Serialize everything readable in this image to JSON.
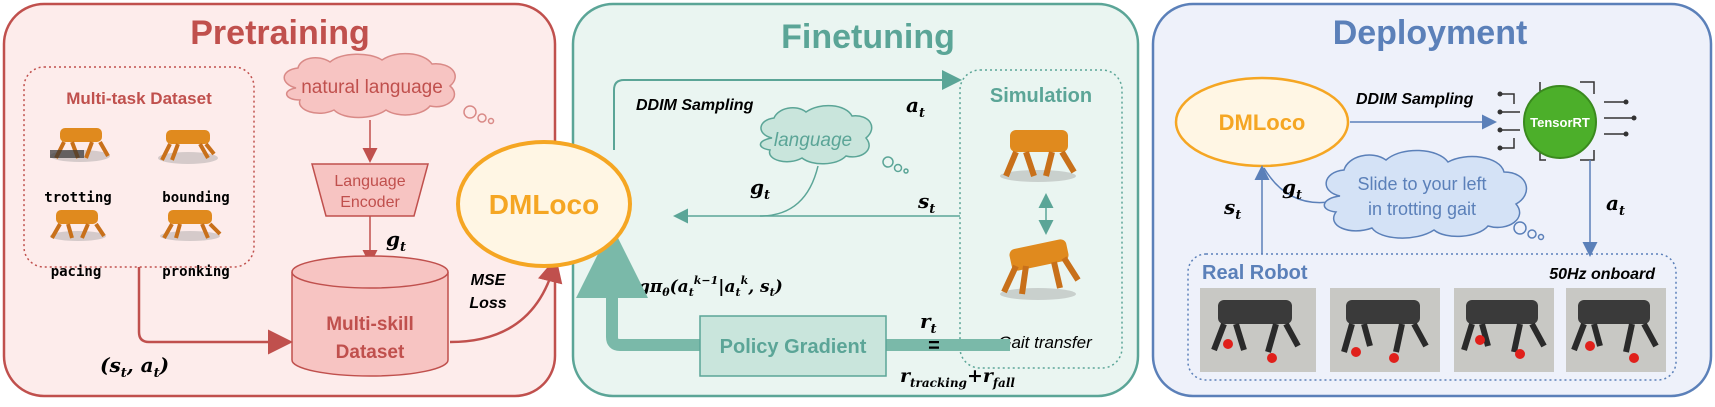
{
  "panels": {
    "pretraining": {
      "title": "Pretraining",
      "dataset_title": "Multi-task Dataset",
      "gaits": [
        "trotting",
        "bounding",
        "pacing",
        "pronking"
      ],
      "cloud_text": "natural language",
      "encoder_line1": "Language",
      "encoder_line2": "Encoder",
      "g_label": "g",
      "g_sub": "t",
      "db_line1": "Multi-skill",
      "db_line2": "Dataset",
      "pair_label": "(s",
      "pair_mid": ", a",
      "pair_end": ")",
      "pair_sub": "t",
      "mse_line1": "MSE",
      "mse_line2": "Loss"
    },
    "center": {
      "model": "DMLoco"
    },
    "finetuning": {
      "title": "Finetuning",
      "ddim": "DDIM Sampling",
      "a_label": "a",
      "a_sub": "t",
      "cloud_text": "language",
      "g_label": "g",
      "g_sub": "t",
      "s_label": "s",
      "s_sub": "t",
      "simulation": "Simulation",
      "gait_transfer": "Gait transfer",
      "gradient_expr": "∇",
      "gradient_full": "logπ",
      "gradient_args": "(a",
      "gradient_sup": "k−1",
      "gradient_rest": "|a",
      "gradient_sup2": "k",
      "gradient_tail": ", s",
      "gradient_end": ")",
      "theta": "θ",
      "policy_gradient": "Policy Gradient",
      "r_label": "r",
      "r_sub": "t",
      "equals": "=",
      "r_tracking": "r",
      "r_tracking_sub": "tracking",
      "plus": "+",
      "r_fall": "r",
      "r_fall_sub": "fall"
    },
    "deployment": {
      "title": "Deployment",
      "model": "DMLoco",
      "ddim": "DDIM Sampling",
      "tensorrt": "TensorRT",
      "g_label": "g",
      "g_sub": "t",
      "s_label": "s",
      "s_sub": "t",
      "a_label": "a",
      "a_sub": "t",
      "cloud_line1": "Slide to your left",
      "cloud_line2": "in trotting gait",
      "real_robot": "Real Robot",
      "onboard": "50Hz onboard"
    }
  },
  "colors": {
    "pretraining_title": "#c0504d",
    "pretraining_fill": "#fdeceb",
    "finetuning_title": "#5ba597",
    "finetuning_fill": "#eaf5f1",
    "deployment_title": "#5b80b9",
    "deployment_fill": "#eef1fa",
    "dmloco": "#f5a623",
    "tensorrt": "#4caf2a"
  }
}
